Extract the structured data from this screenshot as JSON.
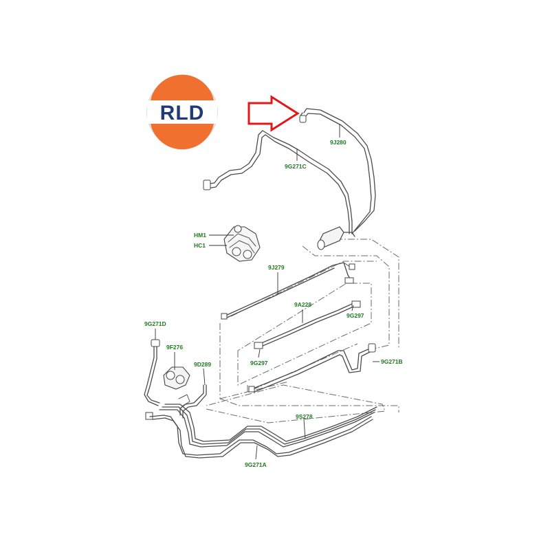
{
  "logo": {
    "text": "RLD",
    "colors": {
      "top": "#f07030",
      "bottom": "#f07030",
      "band": "#ffffff",
      "text": "#1f3a78",
      "ring": "#dddddd"
    }
  },
  "arrow": {
    "color": "#e01818",
    "icon": "arrow-right-icon"
  },
  "labels": {
    "9J280": "9J280",
    "9G271C": "9G271C",
    "HM1": "HM1",
    "HC1": "HC1",
    "9J279": "9J279",
    "9A228": "9A228",
    "9G297_right": "9G297",
    "9G297_left": "9G297",
    "9G271D": "9G271D",
    "9F276": "9F276",
    "9D289": "9D289",
    "9G271B": "9G271B",
    "9S278": "9S278",
    "9G271A": "9G271A"
  },
  "colors": {
    "label": "#1e7a1e",
    "line": "#4a4a4a"
  }
}
